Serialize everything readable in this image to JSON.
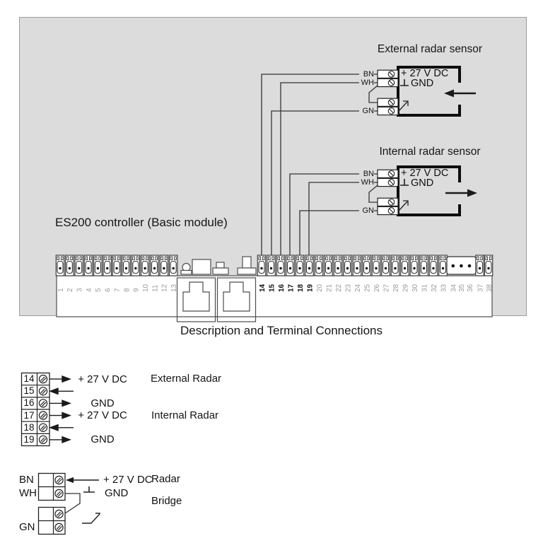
{
  "diagram": {
    "external_sensor": {
      "title": "External radar sensor",
      "power_label": "+ 27 V DC",
      "gnd_label": "GND",
      "wire_bn": "BN",
      "wire_wh": "WH",
      "wire_gn": "GN"
    },
    "internal_sensor": {
      "title": "Internal radar sensor",
      "power_label": "+ 27 V DC",
      "gnd_label": "GND",
      "wire_bn": "BN",
      "wire_wh": "WH",
      "wire_gn": "GN"
    },
    "controller": {
      "label": "ES200 controller (Basic module)",
      "terminals": [
        {
          "n": "1",
          "bold": false
        },
        {
          "n": "2",
          "bold": false
        },
        {
          "n": "3",
          "bold": false
        },
        {
          "n": "4",
          "bold": false
        },
        {
          "n": "5",
          "bold": false
        },
        {
          "n": "6",
          "bold": false
        },
        {
          "n": "7",
          "bold": false
        },
        {
          "n": "8",
          "bold": false
        },
        {
          "n": "9",
          "bold": false
        },
        {
          "n": "10",
          "bold": false
        },
        {
          "n": "11",
          "bold": false
        },
        {
          "n": "12",
          "bold": false
        },
        {
          "n": "13",
          "bold": false
        },
        {
          "n": "14",
          "bold": true
        },
        {
          "n": "15",
          "bold": true
        },
        {
          "n": "16",
          "bold": true
        },
        {
          "n": "17",
          "bold": true
        },
        {
          "n": "18",
          "bold": true
        },
        {
          "n": "19",
          "bold": true
        },
        {
          "n": "20",
          "bold": false
        },
        {
          "n": "21",
          "bold": false
        },
        {
          "n": "22",
          "bold": false
        },
        {
          "n": "23",
          "bold": false
        },
        {
          "n": "24",
          "bold": false
        },
        {
          "n": "25",
          "bold": false
        },
        {
          "n": "26",
          "bold": false
        },
        {
          "n": "27",
          "bold": false
        },
        {
          "n": "28",
          "bold": false
        },
        {
          "n": "29",
          "bold": false
        },
        {
          "n": "30",
          "bold": false
        },
        {
          "n": "31",
          "bold": false
        },
        {
          "n": "32",
          "bold": false
        },
        {
          "n": "33",
          "bold": false
        },
        {
          "n": "34",
          "bold": false
        },
        {
          "n": "35",
          "bold": false
        },
        {
          "n": "36",
          "bold": false
        },
        {
          "n": "37",
          "bold": false
        },
        {
          "n": "38",
          "bold": false
        }
      ]
    }
  },
  "section_title": "Description and Terminal Connections",
  "terminal_legend": {
    "rows": [
      {
        "terminal": "14",
        "direction": "out",
        "signal": "+ 27 V DC",
        "group": "External Radar"
      },
      {
        "terminal": "15",
        "direction": "in",
        "signal": "",
        "group": ""
      },
      {
        "terminal": "16",
        "direction": "out",
        "signal": "GND",
        "group": ""
      },
      {
        "terminal": "17",
        "direction": "out",
        "signal": "+ 27 V DC",
        "group": "Internal Radar"
      },
      {
        "terminal": "18",
        "direction": "in",
        "signal": "",
        "group": ""
      },
      {
        "terminal": "19",
        "direction": "out",
        "signal": "GND",
        "group": ""
      }
    ]
  },
  "wire_legend": {
    "wire_bn": "BN",
    "wire_wh": "WH",
    "wire_gn": "GN",
    "power_label": "+ 27 V DC",
    "gnd_label": "GND",
    "radar_label": "Radar",
    "bridge_label": "Bridge"
  },
  "colors": {
    "background": "#dcdcdc",
    "line": "#2a2a2a",
    "terminal_number_muted": "#9b9b9b",
    "terminal_number_active": "#111111"
  }
}
